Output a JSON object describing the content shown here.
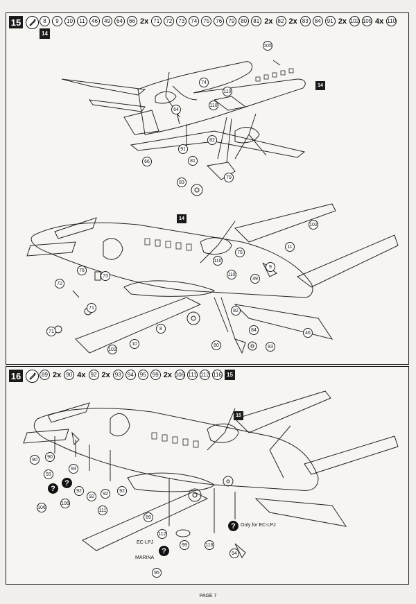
{
  "step15": {
    "number": "15",
    "parts": [
      "8",
      "9",
      "10",
      "11",
      "46",
      "49",
      "64",
      "66"
    ],
    "qty1": "2x",
    "parts2": [
      "71",
      "72",
      "73",
      "74",
      "75",
      "76",
      "79",
      "80",
      "81"
    ],
    "qty2": "2x",
    "parts3": [
      "82"
    ],
    "qty3": "2x",
    "parts4": [
      "83",
      "84",
      "91"
    ],
    "qty4": "2x",
    "parts5": [
      "102",
      "105"
    ],
    "qty5": "4x",
    "parts6": [
      "110"
    ],
    "ref": "14",
    "top_labels": {
      "l105": "105",
      "l74": "74",
      "l64": "64",
      "l110": "110",
      "l119": "110",
      "l91": "91",
      "l82": "82",
      "l81": "81",
      "l66": "66",
      "l79": "79",
      "l83": "83"
    },
    "top_badge": "14",
    "bottom_badge": "14",
    "bottom_labels": {
      "l102": "102",
      "l11": "11",
      "l75": "75",
      "l110a": "110",
      "l9": "9",
      "l110b": "110",
      "l49": "49",
      "l76": "76",
      "l73": "73",
      "l72": "72",
      "l71a": "71",
      "l71b": "71",
      "l8": "8",
      "l10": "10",
      "l102b": "102",
      "l82": "82",
      "l84": "84",
      "l80": "80",
      "l83": "83",
      "l46": "46"
    }
  },
  "step16": {
    "number": "16",
    "parts": [
      "89"
    ],
    "qty1": "2x",
    "parts2": [
      "90"
    ],
    "qty2": "4x",
    "parts3": [
      "92"
    ],
    "qty3": "2x",
    "parts4": [
      "93",
      "94",
      "95",
      "99"
    ],
    "qty4": "2x",
    "parts5": [
      "106",
      "111",
      "112",
      "116"
    ],
    "ref": "15",
    "badge": "15",
    "labels": {
      "l90a": "90",
      "l90b": "90",
      "l93a": "93",
      "l93b": "93",
      "l92a": "92",
      "l92b": "92",
      "l92c": "92",
      "l106a": "106",
      "l106b": "106",
      "l111": "111",
      "l89": "89",
      "l112": "112",
      "l99": "99",
      "l116": "116",
      "l94": "94",
      "l95": "95",
      "l92d": "92"
    },
    "note_only": "Only for EC-LPJ",
    "note_ec": "EC-LPJ",
    "note_marina": "MARINA",
    "question": "?"
  },
  "footer": {
    "page": "PAGE 7"
  }
}
